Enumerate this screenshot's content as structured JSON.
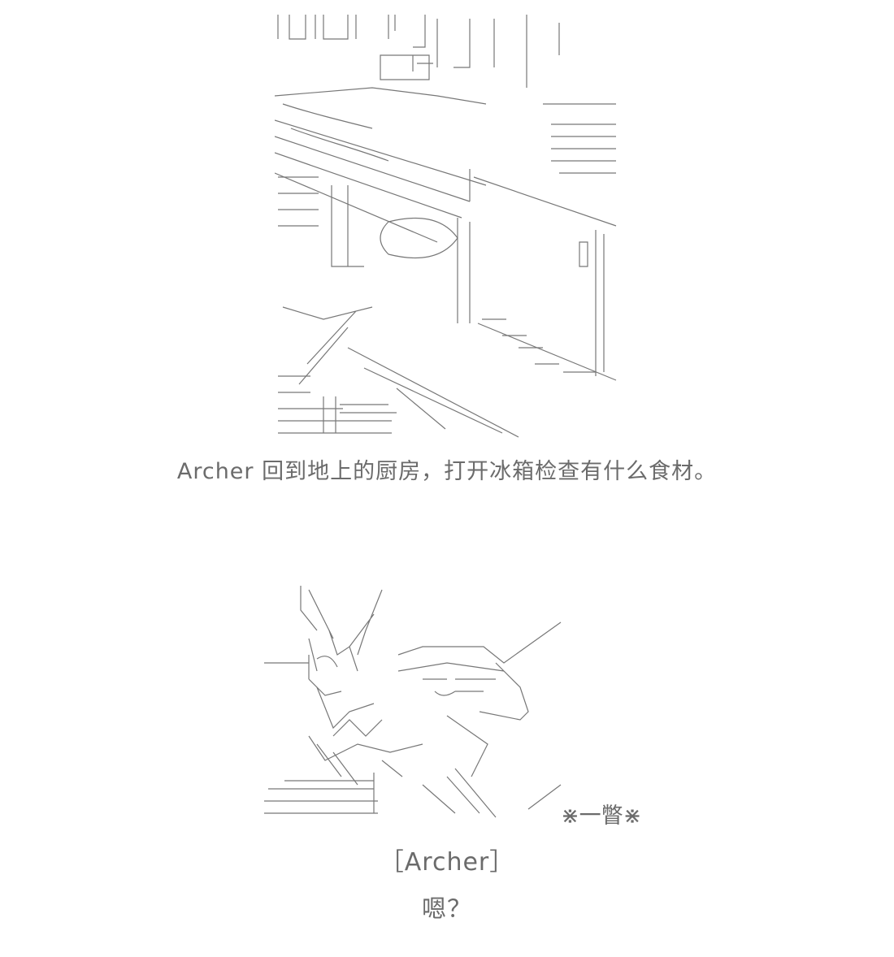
{
  "panel1": {
    "caption": "Archer 回到地上的厨房，打开冰箱检查有什么食材。"
  },
  "panel2": {
    "aside": "⋇一瞥⋇",
    "speaker": "［Archer］",
    "speech": "嗯？"
  },
  "colors": {
    "ink": "#6b6b6b",
    "background": "#ffffff"
  }
}
